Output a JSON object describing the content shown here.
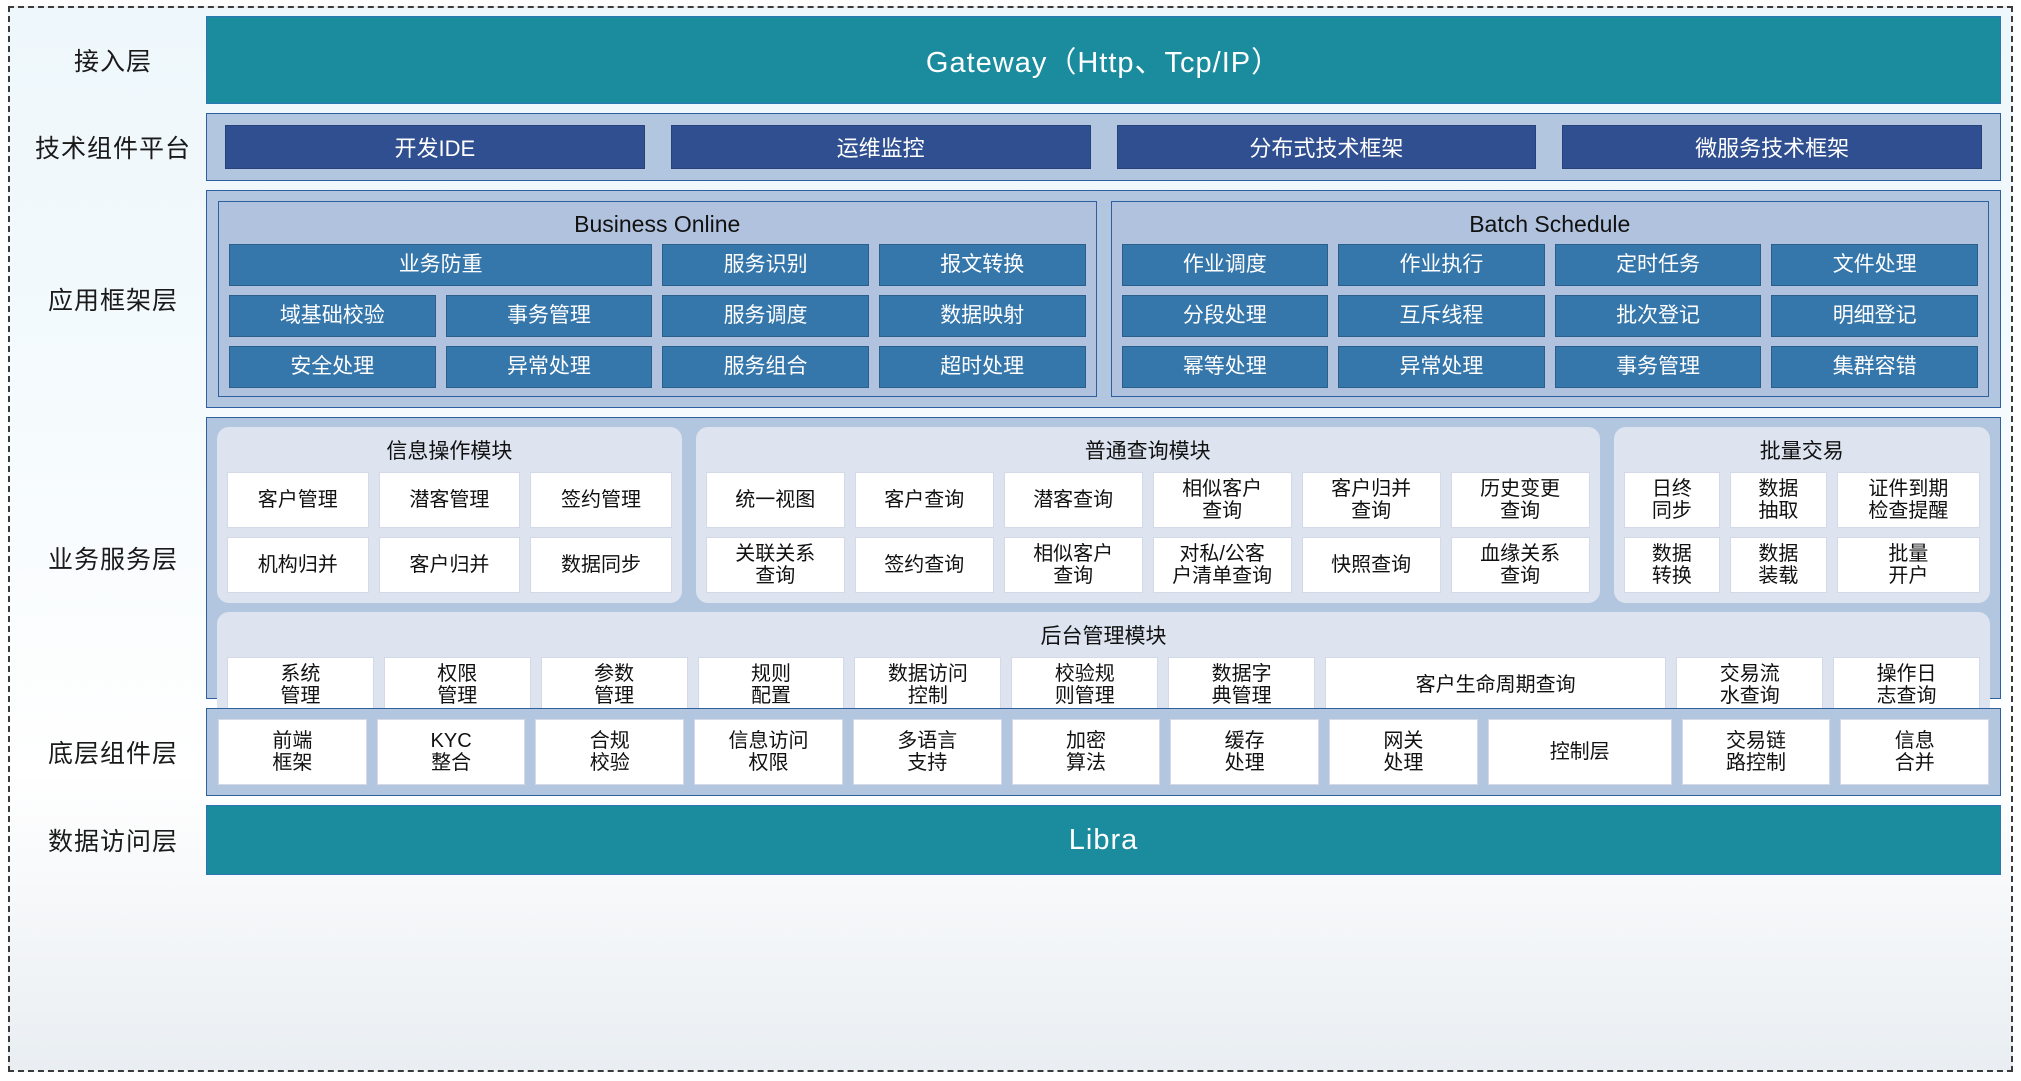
{
  "layers": {
    "access": {
      "label": "接入层",
      "bar": "Gateway（Http、Tcp/IP）"
    },
    "tech": {
      "label": "技术组件平台",
      "chips": [
        "开发IDE",
        "运维监控",
        "分布式技术框架",
        "微服务技术框架"
      ]
    },
    "app": {
      "label": "应用框架层",
      "groups": [
        {
          "title": "Business Online",
          "rows": [
            [
              "业务防重",
              "服务识别",
              "报文转换"
            ],
            [
              "域基础校验",
              "事务管理",
              "服务调度",
              "数据映射"
            ],
            [
              "安全处理",
              "异常处理",
              "服务组合",
              "超时处理"
            ]
          ]
        },
        {
          "title": "Batch Schedule",
          "rows": [
            [
              "作业调度",
              "作业执行",
              "定时任务",
              "文件处理"
            ],
            [
              "分段处理",
              "互斥线程",
              "批次登记",
              "明细登记"
            ],
            [
              "幂等处理",
              "异常处理",
              "事务管理",
              "集群容错"
            ]
          ]
        }
      ]
    },
    "biz": {
      "label": "业务服务层",
      "modules": [
        {
          "title": "信息操作模块",
          "rows": [
            [
              "客户管理",
              "潜客管理",
              "签约管理"
            ],
            [
              "机构归并",
              "客户归并",
              "数据同步"
            ]
          ]
        },
        {
          "title": "普通查询模块",
          "rows": [
            [
              "统一视图",
              "客户查询",
              "潜客查询",
              "相似客户\n查询",
              "客户归并\n查询",
              "历史变更\n查询"
            ],
            [
              "关联关系\n查询",
              "签约查询",
              "相似客户\n查询",
              "对私/公客\n户清单查询",
              "快照查询",
              "血缘关系\n查询"
            ]
          ]
        },
        {
          "title": "批量交易",
          "rows": [
            [
              "日终\n同步",
              "数据\n抽取",
              "证件到期\n检查提醒"
            ],
            [
              "数据\n转换",
              "数据\n装载",
              "批量\n开户"
            ]
          ]
        }
      ],
      "backoffice": {
        "title": "后台管理模块",
        "cells": [
          "系统\n管理",
          "权限\n管理",
          "参数\n管理",
          "规则\n配置",
          "数据访问\n控制",
          "校验规\n则管理",
          "数据字\n典管理",
          "客户生命周期查询",
          "交易流\n水查询",
          "操作日\n志查询"
        ]
      }
    },
    "component": {
      "label": "底层组件层",
      "cells": [
        "前端\n框架",
        "KYC\n整合",
        "合规\n校验",
        "信息访问\n权限",
        "多语言\n支持",
        "加密\n算法",
        "缓存\n处理",
        "网关\n处理",
        "控制层",
        "交易链\n路控制",
        "信息\n合并"
      ]
    },
    "data": {
      "label": "数据访问层",
      "bar": "Libra"
    }
  },
  "colors": {
    "teal": "#1a8c9e",
    "band": "#b3c6e0",
    "chip_dark_blue": "#2f4f91",
    "chip_blue": "#3576ab",
    "module_bg": "#dde4f0",
    "cell_bg": "#ffffff",
    "border_blue": "#2e5f9e"
  }
}
